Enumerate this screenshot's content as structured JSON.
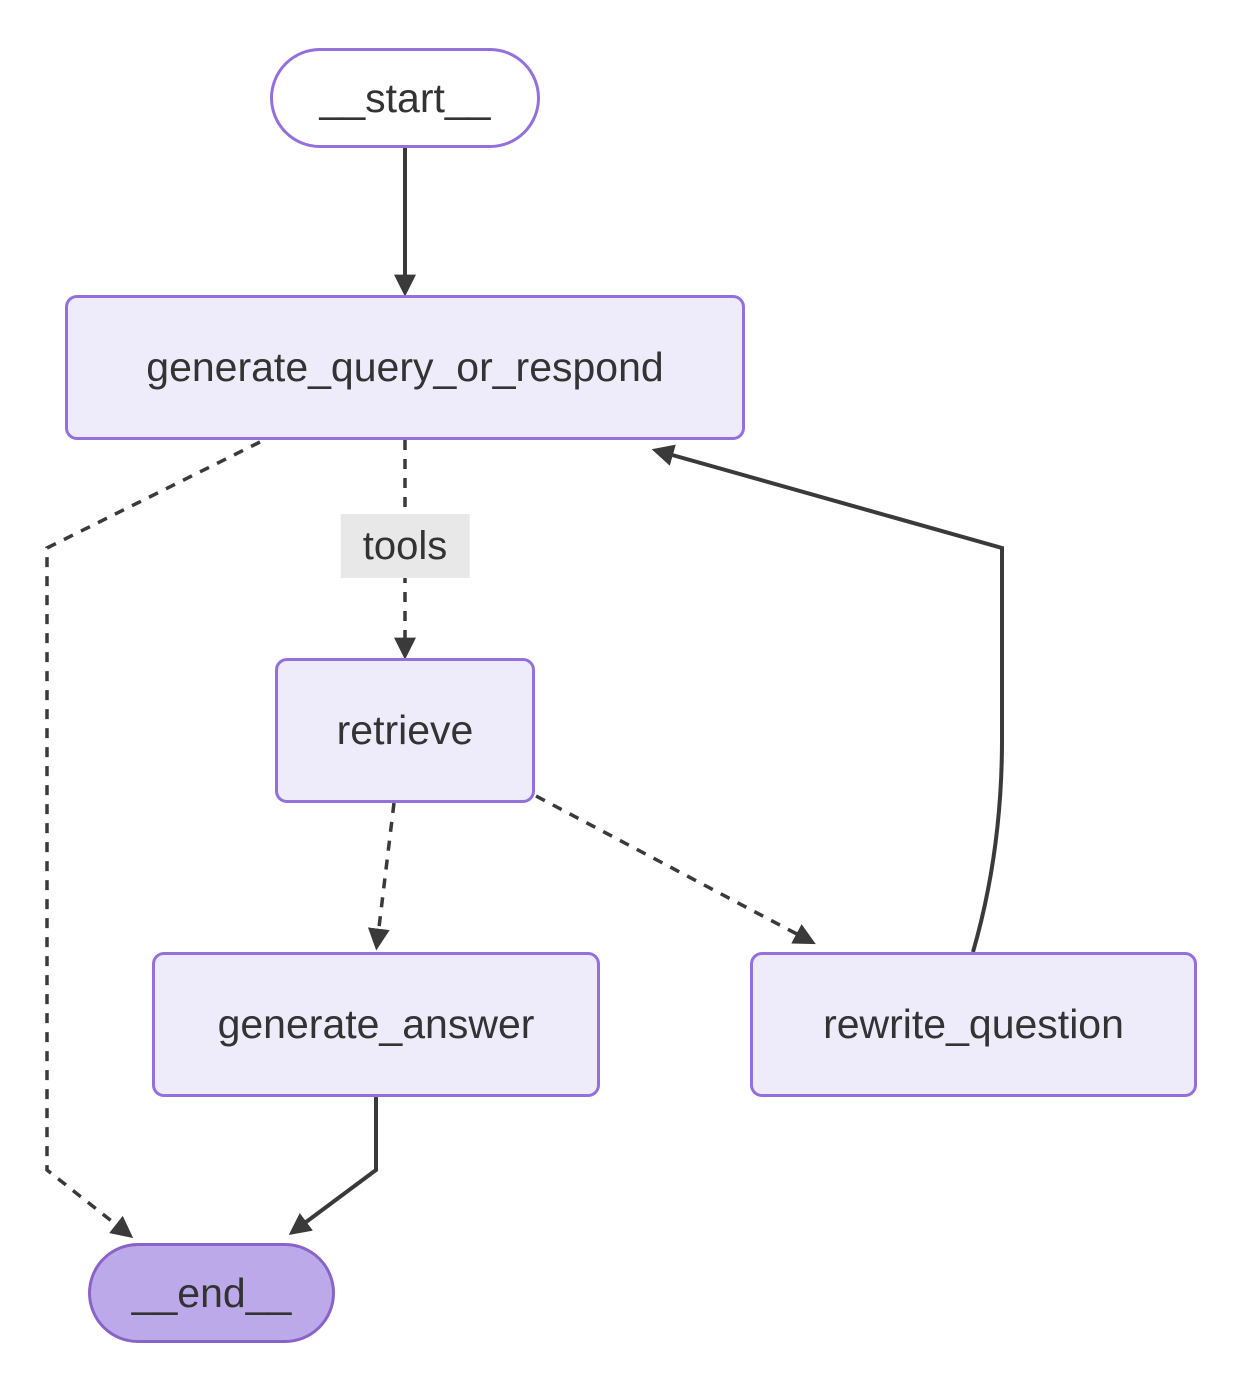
{
  "diagram": {
    "type": "flowchart",
    "direction": "top-down",
    "nodes": {
      "start": {
        "label": "__start__",
        "shape": "stadium"
      },
      "generate_query_or_respond": {
        "label": "generate_query_or_respond",
        "shape": "rect"
      },
      "retrieve": {
        "label": "retrieve",
        "shape": "rect"
      },
      "generate_answer": {
        "label": "generate_answer",
        "shape": "rect"
      },
      "rewrite_question": {
        "label": "rewrite_question",
        "shape": "rect"
      },
      "end": {
        "label": "__end__",
        "shape": "stadium"
      }
    },
    "edges": {
      "tools_label": "tools",
      "list": [
        {
          "from": "__start__",
          "to": "generate_query_or_respond",
          "style": "solid",
          "label": ""
        },
        {
          "from": "generate_query_or_respond",
          "to": "retrieve",
          "style": "dashed",
          "label": "tools"
        },
        {
          "from": "generate_query_or_respond",
          "to": "__end__",
          "style": "dashed",
          "label": ""
        },
        {
          "from": "retrieve",
          "to": "generate_answer",
          "style": "dashed",
          "label": ""
        },
        {
          "from": "retrieve",
          "to": "rewrite_question",
          "style": "dashed",
          "label": ""
        },
        {
          "from": "rewrite_question",
          "to": "generate_query_or_respond",
          "style": "solid",
          "label": ""
        },
        {
          "from": "generate_answer",
          "to": "__end__",
          "style": "solid",
          "label": ""
        }
      ]
    },
    "colors": {
      "background": "#FFFFFF",
      "node_fill": "#EEEBFA",
      "node_border": "#9370DB",
      "start_fill": "#FFFFFF",
      "end_fill": "#BCA9EA",
      "end_border": "#8A63C9",
      "edge": "#3A3A3A",
      "edge_label_bg": "#E8E8E8",
      "text": "#333333"
    }
  }
}
